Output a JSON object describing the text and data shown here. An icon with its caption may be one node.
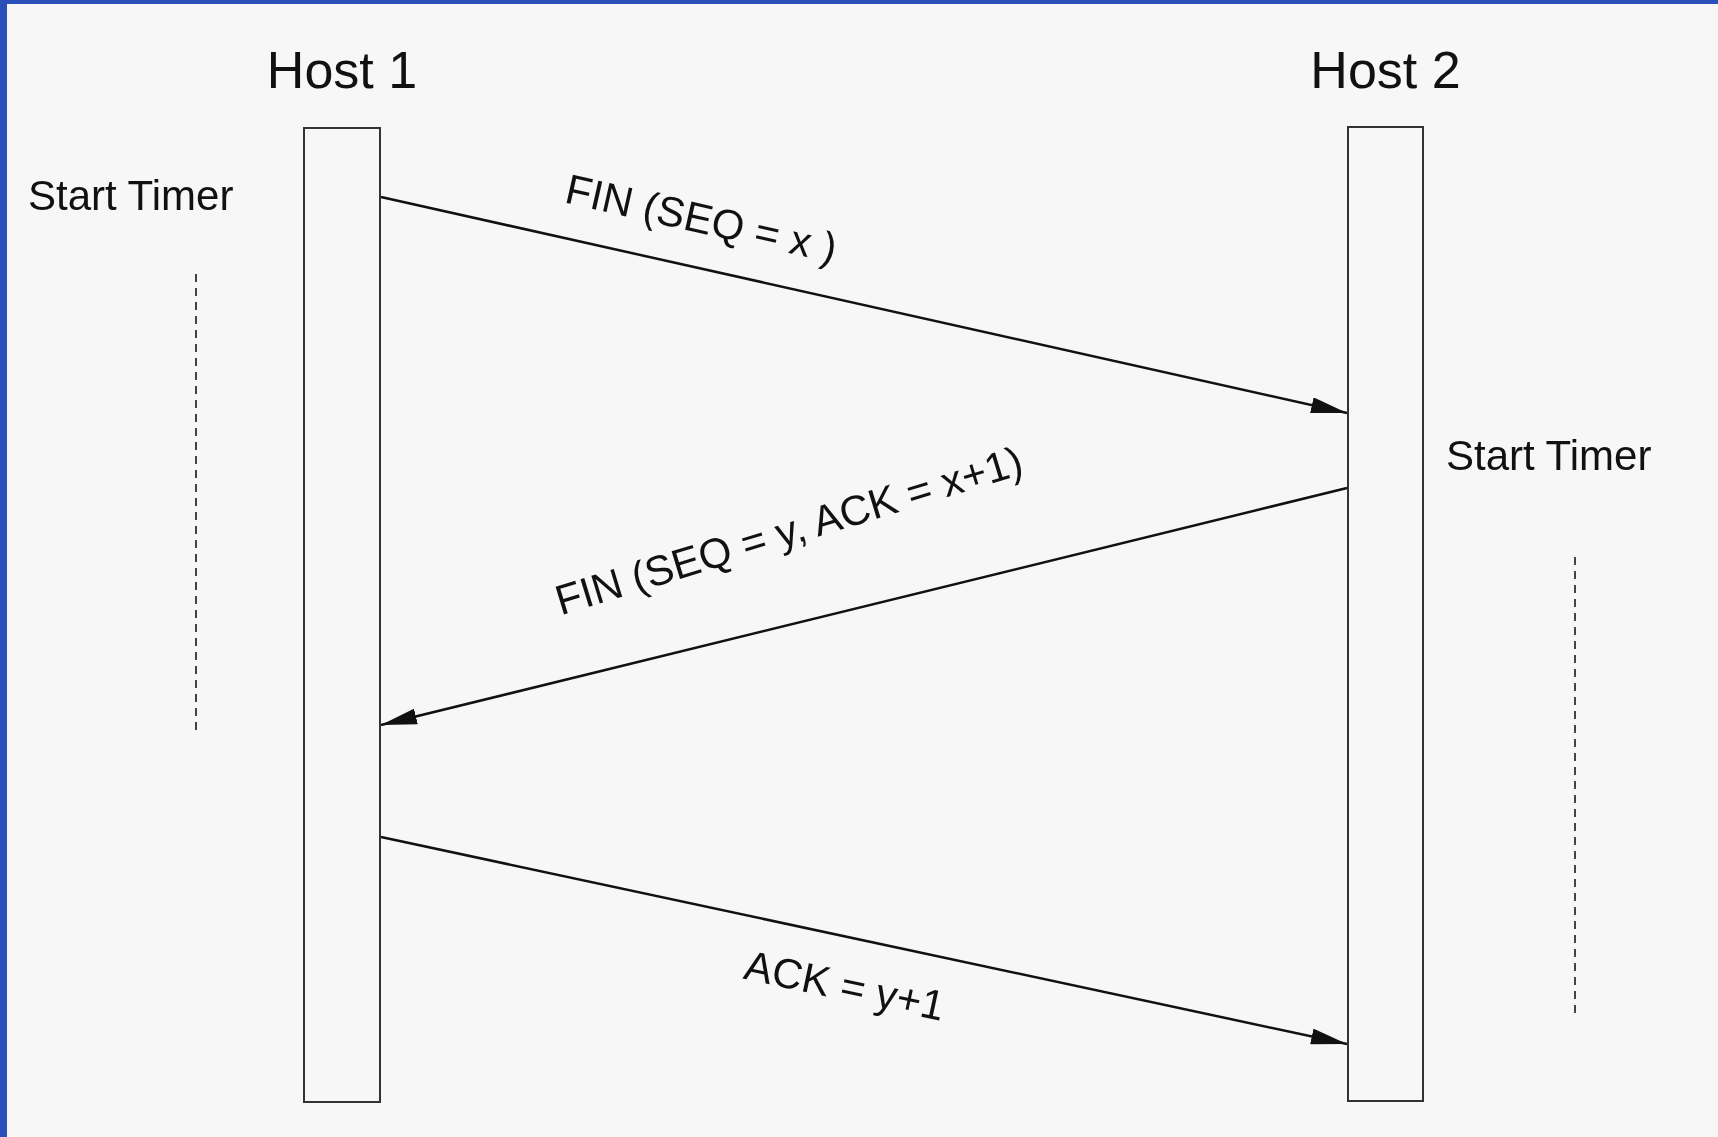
{
  "diagram": {
    "nodes": [
      {
        "text": [
          "Host 1"
        ]
      },
      {
        "text": [
          "Host 2"
        ]
      }
    ],
    "edges": [
      {
        "from": 0,
        "to": 1,
        "arrow": "to",
        "label": "FIN (SEQ = x )"
      },
      {
        "from": 1,
        "to": 0,
        "arrow": "to",
        "label": "FIN (SEQ = y, ACK = x+1)"
      },
      {
        "from": 0,
        "to": 1,
        "arrow": "to",
        "label": "ACK = y+1"
      }
    ],
    "labels": [
      "Start Timer",
      "Start Timer"
    ]
  }
}
